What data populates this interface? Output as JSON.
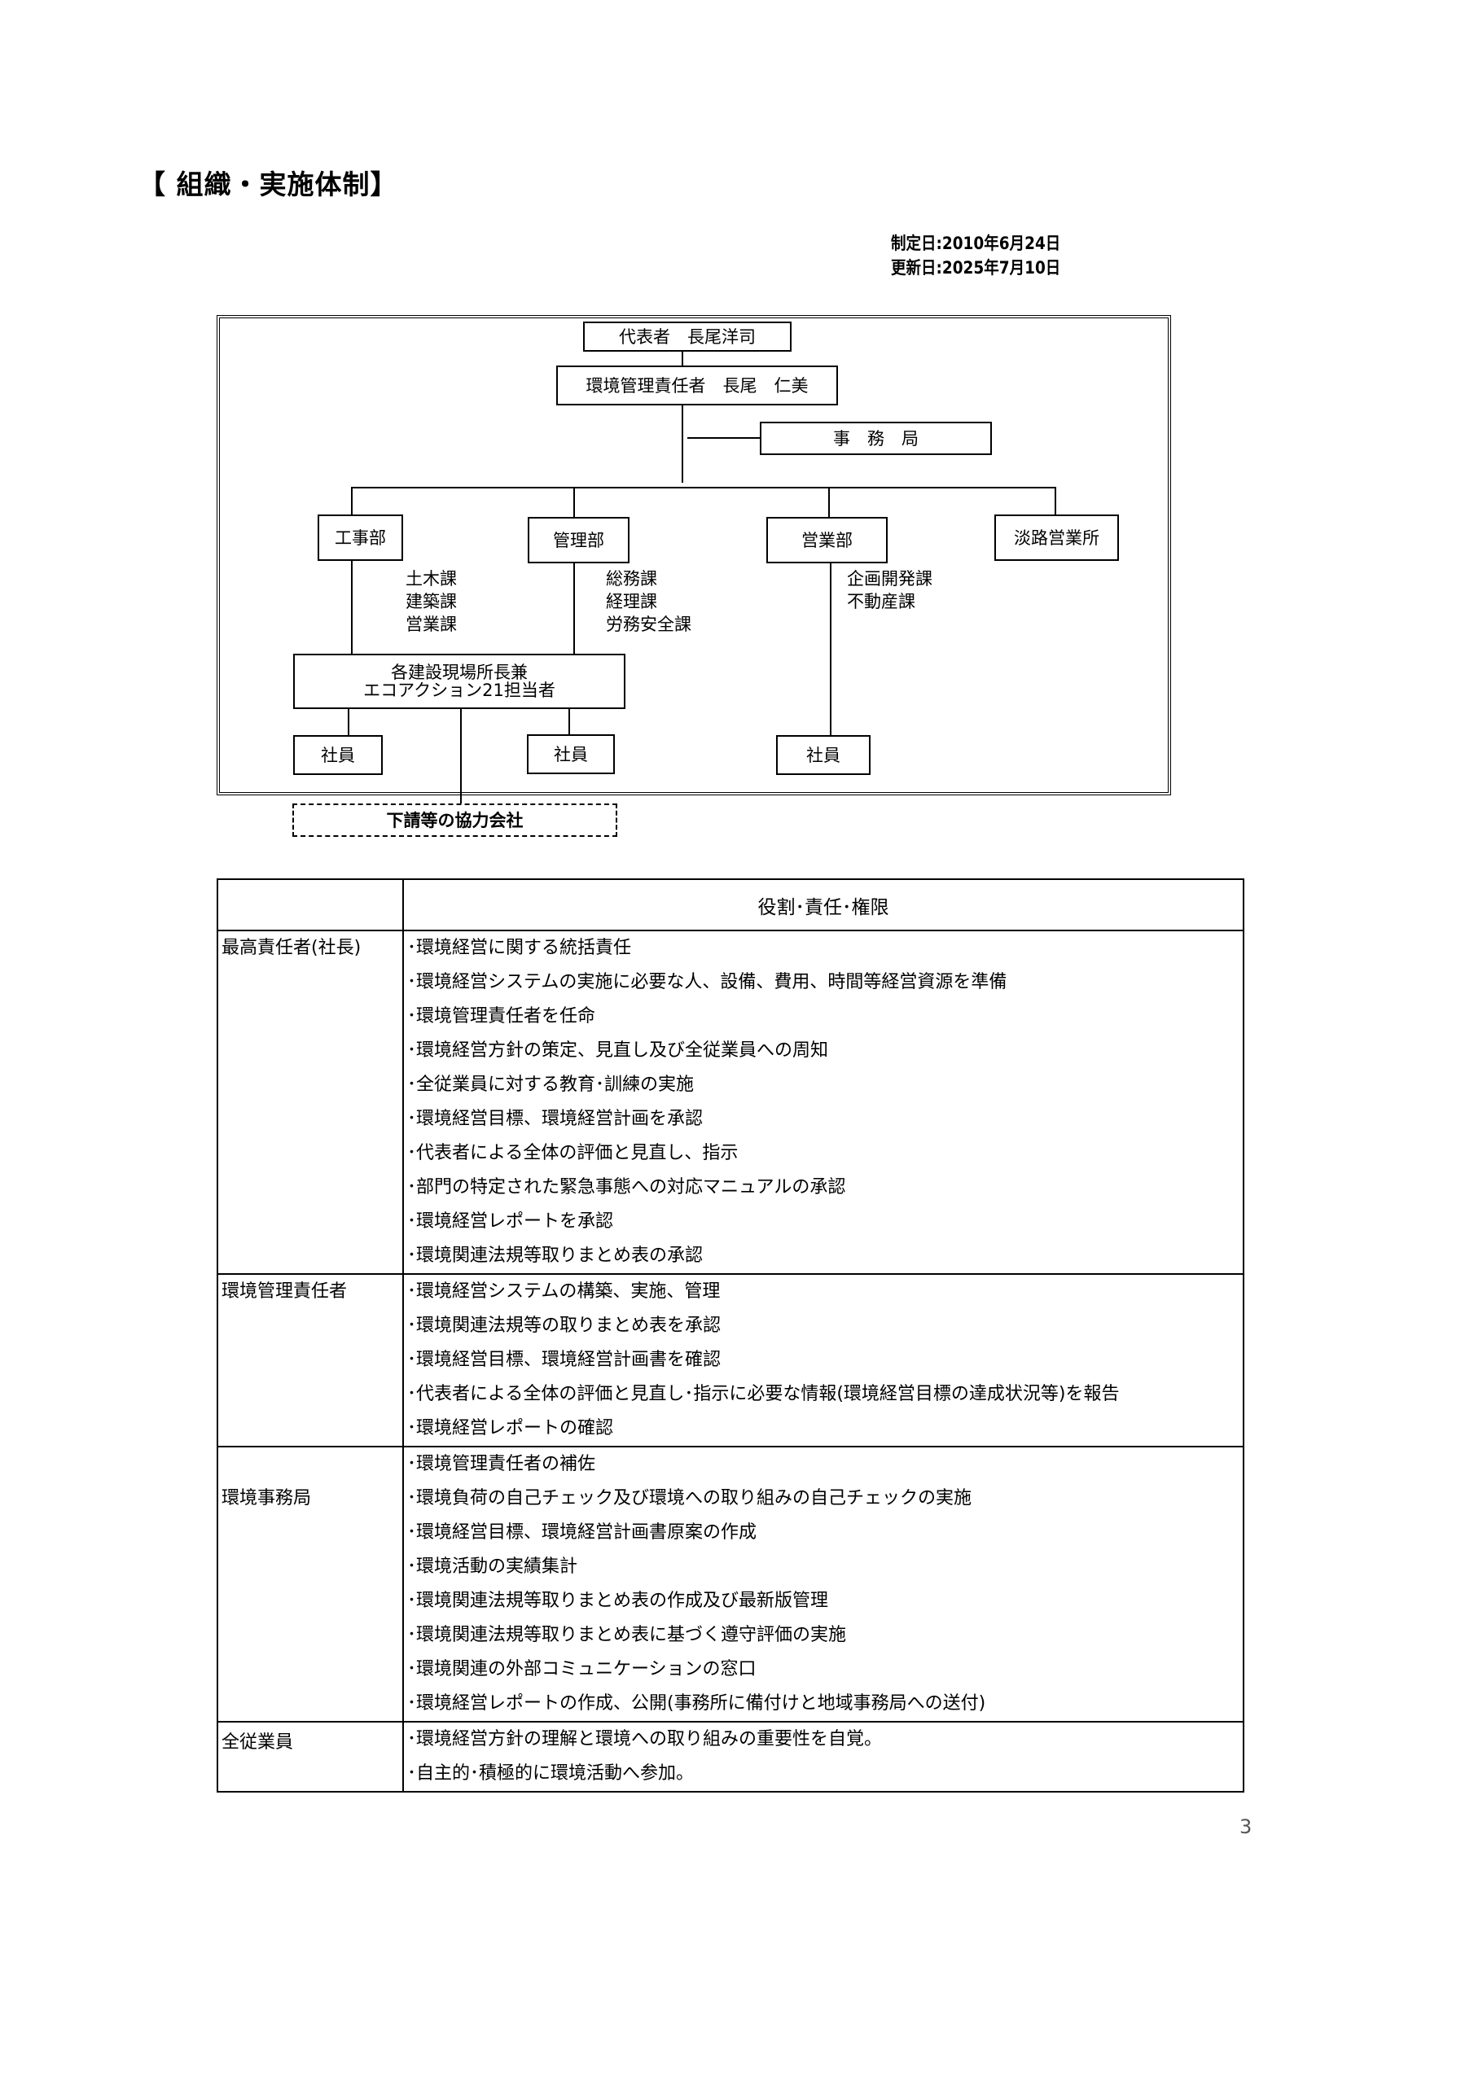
{
  "title": "【 組織・実施体制】",
  "dates": {
    "established": "制定日:2010年6月24日",
    "updated": "更新日:2025年7月10日"
  },
  "org_chart": {
    "representative": "代表者　長尾洋司",
    "env_manager": "環境管理責任者　長尾　仁美",
    "secretariat": "事　務　局",
    "departments": [
      {
        "name": "工事部",
        "sections": [
          "土木課",
          "建築課",
          "営業課"
        ]
      },
      {
        "name": "管理部",
        "sections": [
          "総務課",
          "経理課",
          "労務安全課"
        ]
      },
      {
        "name": "営業部",
        "sections": [
          "企画開発課",
          "不動産課"
        ]
      },
      {
        "name": "淡路営業所",
        "sections": []
      }
    ],
    "site_manager_line1": "各建設現場所長兼",
    "site_manager_line2": "エコアクション21担当者",
    "employee": "社員",
    "subcontractors": "下請等の協力会社"
  },
  "table": {
    "header": [
      "",
      "役割･責任･権限"
    ],
    "rows": [
      {
        "role": "最高責任者(社長)",
        "duties": [
          "･環境経営に関する統括責任",
          "･環境経営システムの実施に必要な人、設備、費用、時間等経営資源を準備",
          "･環境管理責任者を任命",
          "･環境経営方針の策定、見直し及び全従業員への周知",
          "･全従業員に対する教育･訓練の実施",
          "･環境経営目標、環境経営計画を承認",
          "･代表者による全体の評価と見直し、指示",
          "･部門の特定された緊急事態への対応マニュアルの承認",
          "･環境経営レポートを承認",
          "･環境関連法規等取りまとめ表の承認"
        ]
      },
      {
        "role": "環境管理責任者",
        "duties": [
          "･環境経営システムの構築、実施、管理",
          "･環境関連法規等の取りまとめ表を承認",
          "･環境経営目標、環境経営計画書を確認",
          "･代表者による全体の評価と見直し･指示に必要な情報(環境経営目標の達成状況等)を報告",
          "･環境経営レポートの確認"
        ]
      },
      {
        "role": "環境事務局",
        "duties": [
          "･環境管理責任者の補佐",
          "･環境負荷の自己チェック及び環境への取り組みの自己チェックの実施",
          "･環境経営目標、環境経営計画書原案の作成",
          "･環境活動の実績集計",
          "･環境関連法規等取りまとめ表の作成及び最新版管理",
          "･環境関連法規等取りまとめ表に基づく遵守評価の実施",
          "･環境関連の外部コミュニケーションの窓口",
          "･環境経営レポートの作成、公開(事務所に備付けと地域事務局への送付)"
        ]
      },
      {
        "role": "全従業員",
        "duties": [
          "･環境経営方針の理解と環境への取り組みの重要性を自覚。",
          "･自主的･積極的に環境活動へ参加。"
        ]
      }
    ]
  },
  "page_number": "3"
}
